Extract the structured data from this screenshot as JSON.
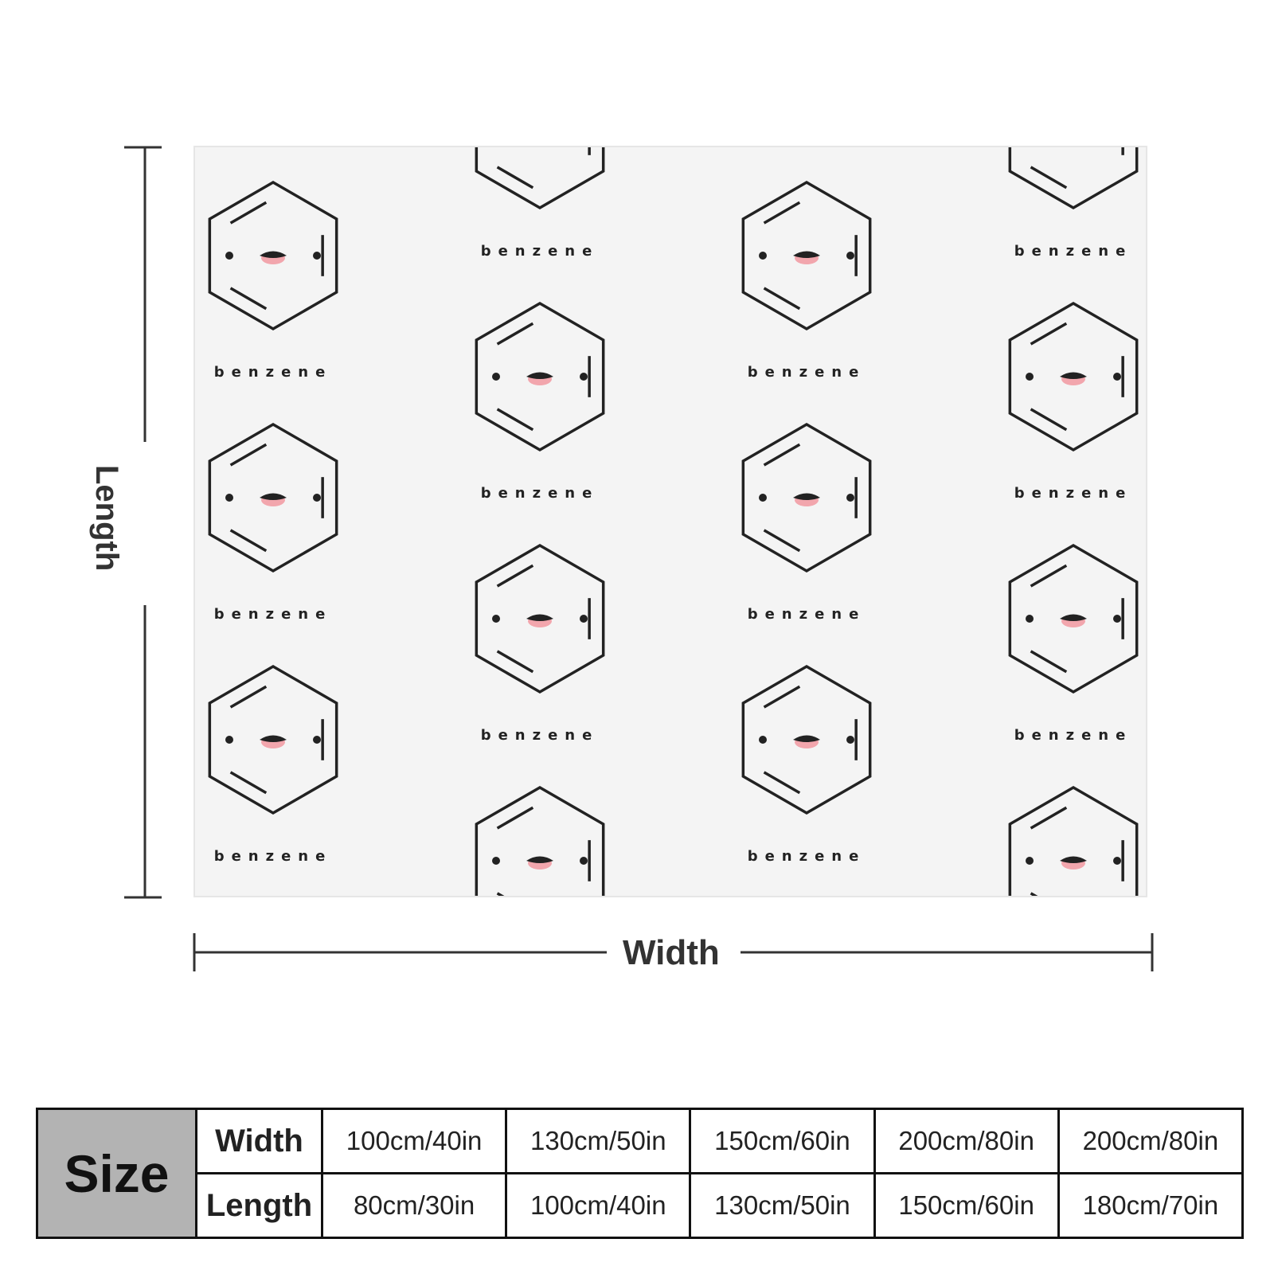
{
  "blanket": {
    "pattern_text": "benzene",
    "colors": {
      "outline": "#222222",
      "mouth": "#222222",
      "tongue": "#f2a6ad",
      "background": "#f4f4f4"
    }
  },
  "dimensions": {
    "length_label": "Length",
    "width_label": "Width"
  },
  "size_table": {
    "title": "Size",
    "rows": [
      {
        "label": "Width",
        "values": [
          "100cm/40in",
          "130cm/50in",
          "150cm/60in",
          "200cm/80in",
          "200cm/80in"
        ]
      },
      {
        "label": "Length",
        "values": [
          "80cm/30in",
          "100cm/40in",
          "130cm/50in",
          "150cm/60in",
          "180cm/70in"
        ]
      }
    ],
    "colors": {
      "title_bg": "#b3b3b3",
      "border": "#111111"
    }
  }
}
